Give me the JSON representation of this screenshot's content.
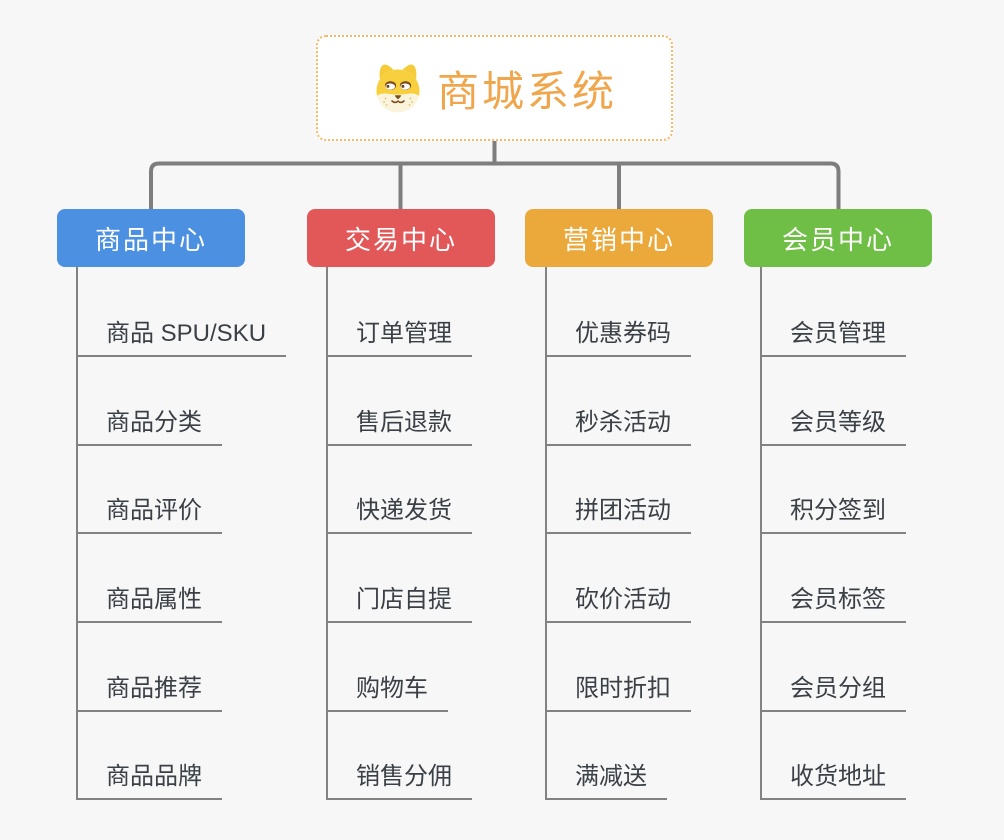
{
  "canvas": {
    "background": "#F7F7F7",
    "line_color": "#7E7E7E"
  },
  "root": {
    "label": "商城系统",
    "icon": "shiba-dog-icon",
    "text_color": "#F0A64C",
    "border_color": "#F3BA68",
    "background": "#FFFFFF"
  },
  "branch_text_color": "#FFFFFF",
  "item_text_color": "#3B4046",
  "branches": [
    {
      "label": "商品中心",
      "color": "#4C90E2",
      "items": [
        "商品 SPU/SKU",
        "商品分类",
        "商品评价",
        "商品属性",
        "商品推荐",
        "商品品牌"
      ]
    },
    {
      "label": "交易中心",
      "color": "#E25858",
      "items": [
        "订单管理",
        "售后退款",
        "快递发货",
        "门店自提",
        "购物车",
        "销售分佣"
      ]
    },
    {
      "label": "营销中心",
      "color": "#EBA93C",
      "items": [
        "优惠券码",
        "秒杀活动",
        "拼团活动",
        "砍价活动",
        "限时折扣",
        "满减送"
      ]
    },
    {
      "label": "会员中心",
      "color": "#6FBE46",
      "items": [
        "会员管理",
        "会员等级",
        "积分签到",
        "会员标签",
        "会员分组",
        "收货地址"
      ]
    }
  ]
}
